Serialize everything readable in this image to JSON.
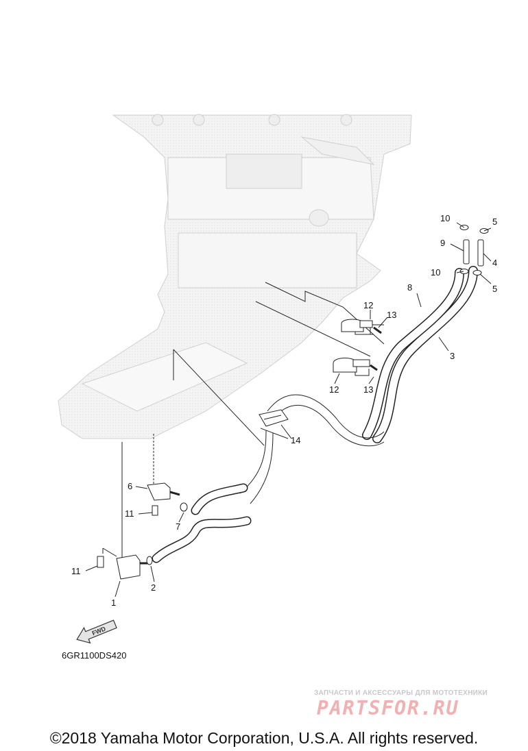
{
  "callouts": {
    "c1": "1",
    "c2": "2",
    "c3": "3",
    "c4": "4",
    "c5a": "5",
    "c5b": "5",
    "c6": "6",
    "c7": "7",
    "c8": "8",
    "c9": "9",
    "c10a": "10",
    "c10b": "10",
    "c11a": "11",
    "c11b": "11",
    "c12a": "12",
    "c12b": "12",
    "c13a": "13",
    "c13b": "13",
    "c14": "14"
  },
  "fwd_label": "FWD",
  "diagram_code": "6GR1100DS420",
  "watermark": {
    "tagline": "ЗАПЧАСТИ И АКСЕССУАРЫ ДЛЯ МОТОТЕХНИКИ",
    "brand": "PARTSFOR.RU",
    "color": "#e8a0a0"
  },
  "copyright": "©2018 Yamaha Motor Corporation, U.S.A. All rights reserved."
}
